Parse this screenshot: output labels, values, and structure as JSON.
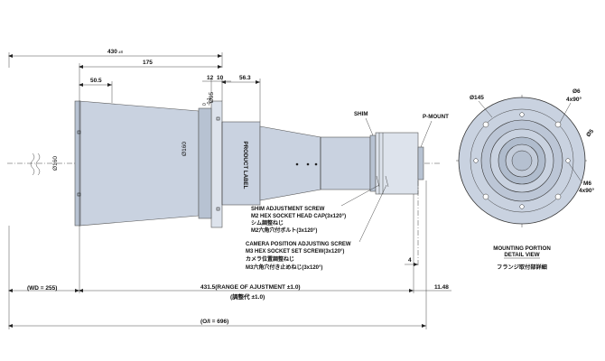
{
  "dimensions": {
    "overall_length": "430",
    "overall_length_tol": "±8",
    "length_175": "175",
    "length_50_5": "50.5",
    "length_12": "12",
    "length_10": "10",
    "length_56_3": "56.3",
    "dia_160_left": "Ø160",
    "dia_160_mid": "Ø160",
    "dia_95": "Ø95",
    "dia_95_tol": "0\n-0.1",
    "wd": "(WD = 255)",
    "range_adjust": "431.5(RANGE OF AJUSTMENT ±1.0)",
    "range_adjust_jp": "(調整代 ±1.0)",
    "overall_oi": "(O/I = 696)",
    "gap_4": "4",
    "gap_11_48": "11.48"
  },
  "labels": {
    "product_label": "PRODUCT LABEL",
    "shim": "SHIM",
    "p_mount": "P-MOUNT",
    "shim_screw_1": "SHIM ADJUSTMENT SCREW",
    "shim_screw_2": "M2 HEX SOCKET HEAD CAP(3x120°)",
    "shim_screw_3": "シム調整ねじ",
    "shim_screw_4": "M2六角穴付ボルト(3x120°)",
    "cam_screw_1": "CAMERA POSITION ADJUSTING SCREW",
    "cam_screw_2": "M3 HEX SOCKET SET SCREW(3x120°)",
    "cam_screw_3": "カメラ位置調整ねじ",
    "cam_screw_4": "M3六角穴付き止めねじ(3x120°)"
  },
  "detail": {
    "dia_145": "Ø145",
    "dia_6": "Ø6",
    "holes_6": "4x90°",
    "dia_5": "Ø5",
    "m6": "M6",
    "m6_holes": "4x90°",
    "title_1": "MOUNTING PORTION",
    "title_2": "DETAIL VIEW",
    "title_jp": "フランジ取付部詳細"
  }
}
